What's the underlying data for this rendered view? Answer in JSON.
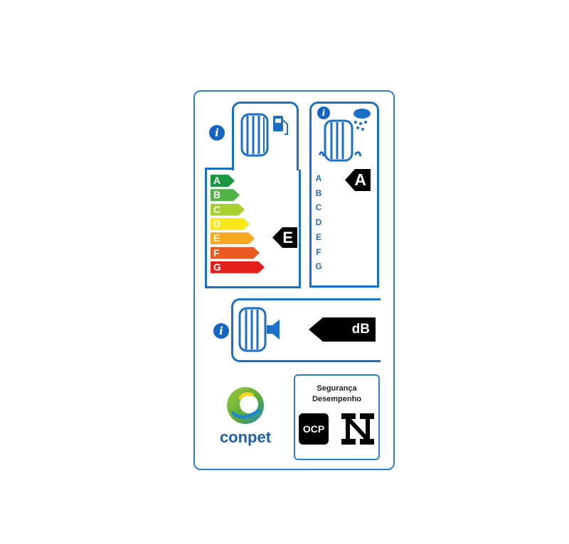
{
  "label": {
    "fuel": {
      "scale": [
        "A",
        "B",
        "C",
        "D",
        "E",
        "F",
        "G"
      ],
      "scale_colors": [
        "#1a9641",
        "#52b447",
        "#a6d12e",
        "#f7e81c",
        "#f7a823",
        "#ec5a24",
        "#e3201b"
      ],
      "selected": "E"
    },
    "wet_grip": {
      "scale": [
        "A",
        "B",
        "C",
        "D",
        "E",
        "F",
        "G"
      ],
      "selected": "A"
    },
    "noise": {
      "value": "",
      "unit": "dB"
    },
    "brand": {
      "name": "conpet"
    },
    "cert": {
      "line1": "Segurança",
      "line2": "Desempenho",
      "ocp": "OCP"
    },
    "colors": {
      "border": "#2b7fd0",
      "panel": "#1a6fc7",
      "marker": "#000000",
      "brand_text": "#1e5fa8"
    }
  }
}
